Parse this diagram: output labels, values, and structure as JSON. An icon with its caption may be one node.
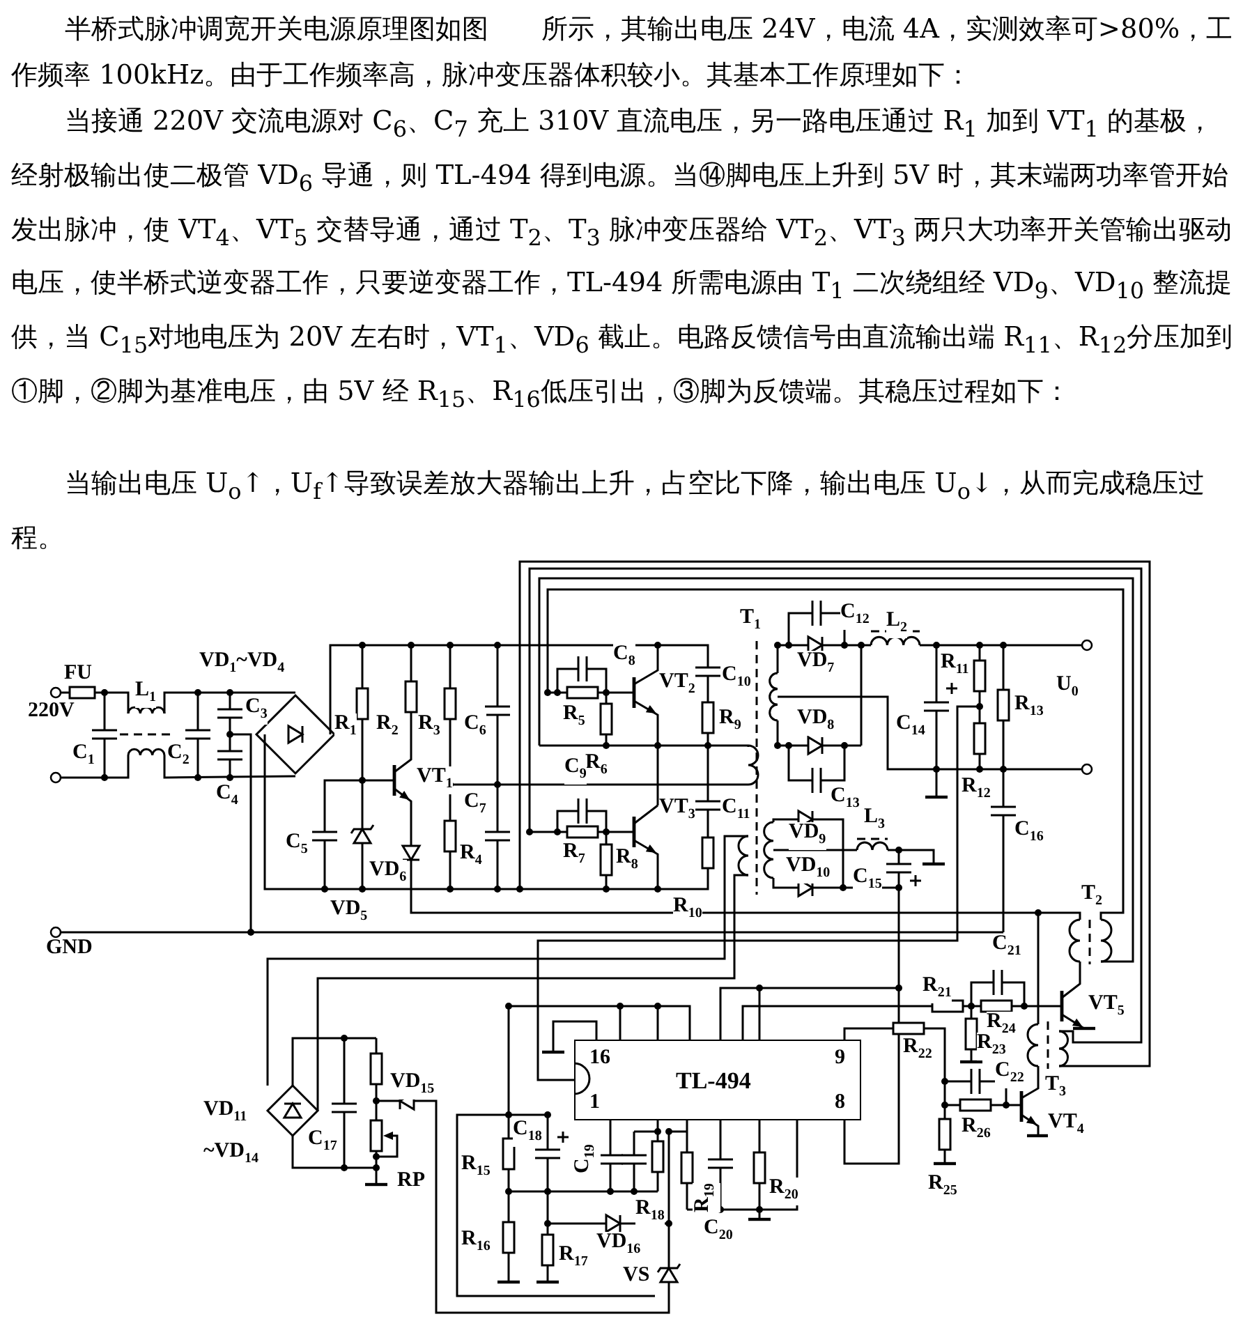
{
  "diagram": {
    "nodes": [
      {
        "text": [
          "TL-494",
          "16",
          "1",
          "9",
          "8"
        ]
      }
    ],
    "labels": [
      "半桥式脉冲调宽开关电源原理图如图　　所示，其输出电压 24V，电流 4A，实测效率可>80%，工作频率 100kHz。由于工作频率高，脉冲变压器体积较小。其基本工作原理如下：",
      "当接通 220V 交流电源对 C$_{6}$、C$_{7}$ 充上 310V 直流电压，另一路电压通过 R$_{1}$ 加到 VT$_{1}$ 的基极，经射极输出使二极管 VD$_{6}$ 导通，则 TL-494 得到电源。当⑭脚电压上升到 5V 时，其末端两功率管开始发出脉冲，使 VT$_{4}$、VT$_{5}$ 交替导通，通过 T$_{2}$、T$_{3}$ 脉冲变压器给 VT$_{2}$、VT$_{3}$ 两只大功率开关管输出驱动电压，使半桥式逆变器工作，只要逆变器工作，TL-494 所需电源由 T$_{1}$ 二次绕组经 VD$_{9}$、VD$_{10}$ 整流提供，当 C$_{15}$对地电压为 20V 左右时，VT$_{1}$、VD$_{6}$ 截止。电路反馈信号由直流输出端 R$_{11}$、R$_{12}$分压加到①脚，②脚为基准电压，由 5V 经 R$_{15}$、R$_{16}$低压引出，③脚为反馈端。其稳压过程如下：",
      "当输出电压 U$_{o}$↑，U$_{f}$↑导致误差放大器输出上升，占空比下降，输出电压 U$_{o}$↓，从而完成稳压过程。",
      "FU",
      "220V",
      "L$_{1}$",
      "C$_{1}$",
      "C$_{2}$",
      "VD$_{1}$~VD$_{4}$",
      "C$_{3}$",
      "C$_{4}$",
      "R$_{1}$",
      "R$_{2}$",
      "R$_{3}$",
      "C$_{6}$",
      "VT$_{1}$",
      "C$_{7}$",
      "C$_{5}$",
      "VD$_{6}$",
      "R$_{4}$",
      "VD$_{5}$",
      "C$_{8}$",
      "R$_{5}$",
      "VT$_{2}$",
      "C$_{10}$",
      "R$_{9}$",
      "R$_{6}$",
      "C$_{9}$",
      "R$_{7}$",
      "VT$_{3}$",
      "C$_{11}$",
      "R$_{8}$",
      "R$_{10}$",
      "T$_{1}$",
      "C$_{12}$",
      "L$_{2}$",
      "VD$_{7}$",
      "VD$_{8}$",
      "C$_{13}$",
      "R$_{11}$",
      "C$_{14}$",
      "R$_{13}$",
      "U$_{0}$",
      "R$_{12}$",
      "C$_{16}$",
      "VD$_{9}$",
      "L$_{3}$",
      "VD$_{10}$",
      "C$_{15}$",
      "GND",
      "T$_{2}$",
      "R$_{21}$",
      "C$_{21}$",
      "VT$_{5}$",
      "R$_{24}$",
      "R$_{23}$",
      "R$_{22}$",
      "C$_{22}$",
      "T$_{3}$",
      "VD$_{15}$",
      "VD$_{11}$ ~VD$_{14}$",
      "C$_{17}$",
      "VT$_{4}$",
      "R$_{26}$",
      "C$_{18}$",
      "C$_{19}$",
      "R$_{15}$",
      "R$_{18}$",
      "RP",
      "R$_{19}$",
      "R$_{20}$",
      "R$_{25}$",
      "C$_{20}$",
      "R$_{16}$",
      "R$_{17}$",
      "VD$_{16}$",
      "VS"
    ]
  }
}
